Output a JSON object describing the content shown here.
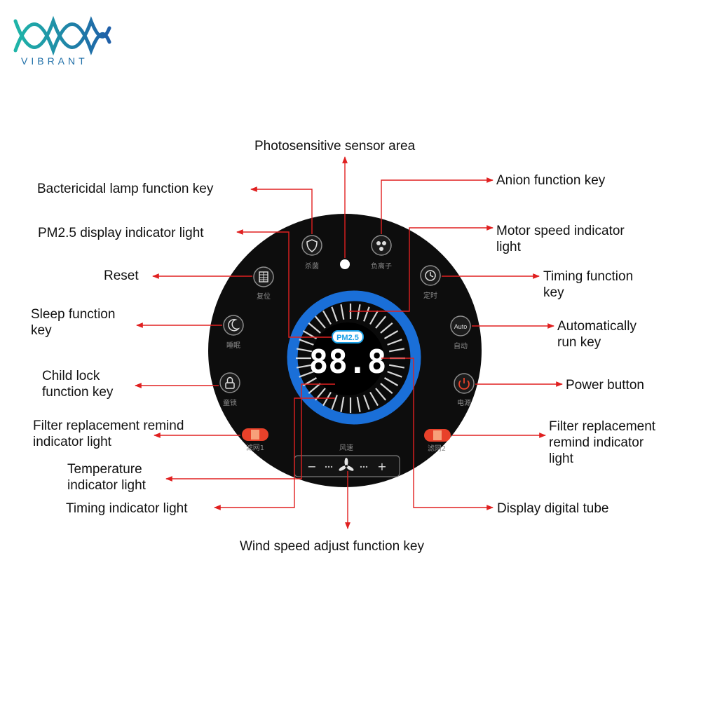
{
  "brand": {
    "name": "VIBRANT"
  },
  "colors": {
    "leader": "#e02020",
    "ring": "#1a6fd8",
    "panel": "#0d0d0d",
    "filter_on": "#e8412a",
    "pm_badge": "#1aa0e6"
  },
  "panel": {
    "pm_badge": "PM2.5",
    "digits": "88.8",
    "buttons": {
      "sterilize": {
        "caption": "杀菌",
        "icon": "shield-icon"
      },
      "anion": {
        "caption": "负离子",
        "icon": "anion-icon"
      },
      "reset": {
        "caption": "复位",
        "icon": "filter-grid-icon"
      },
      "timer": {
        "caption": "定时",
        "icon": "clock-icon"
      },
      "sleep": {
        "caption": "睡眠",
        "icon": "moon-icon"
      },
      "auto": {
        "caption": "自动",
        "glyph": "Auto"
      },
      "lock": {
        "caption": "童锁",
        "icon": "lock-icon"
      },
      "power": {
        "caption": "电源",
        "icon": "power-icon"
      },
      "filter1": {
        "caption": "滤网1"
      },
      "filter2": {
        "caption": "滤网2"
      }
    },
    "wind": {
      "caption": "风速",
      "minus": "−",
      "plus": "+",
      "icon": "fan-icon"
    }
  },
  "labels": {
    "photosensitive": "Photosensitive sensor area",
    "bactericidal": "Bactericidal lamp function key",
    "pm25": "PM2.5 display indicator light",
    "reset": "Reset",
    "sleep_1": "Sleep function",
    "sleep_2": "key",
    "child_1": "Child lock",
    "child_2": "function key",
    "filter_left_1": "Filter replacement remind",
    "filter_left_2": "indicator light",
    "temp_1": "Temperature",
    "temp_2": "indicator light",
    "timing_ind": "Timing indicator light",
    "wind": "Wind speed adjust function key",
    "anion": "Anion function key",
    "motor_1": "Motor speed indicator",
    "motor_2": "light",
    "timing_key_1": "Timing function",
    "timing_key_2": "key",
    "auto_1": "Automatically",
    "auto_2": "run key",
    "power": "Power button",
    "filter_right_1": "Filter replacement",
    "filter_right_2": "remind indicator",
    "filter_right_3": "light",
    "digital_tube": "Display digital tube"
  }
}
